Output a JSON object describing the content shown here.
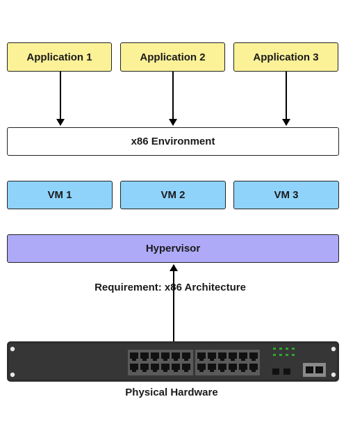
{
  "applications": [
    "Application 1",
    "Application 2",
    "Application 3"
  ],
  "environment": "x86 Environment",
  "vms": [
    "VM 1",
    "VM 2",
    "VM 3"
  ],
  "hypervisor": "Hypervisor",
  "requirement": "Requirement: x86 Architecture",
  "hardware": "Physical Hardware",
  "colors": {
    "application": "#fbf197",
    "vm": "#8fd3fb",
    "hypervisor": "#aeaaf8",
    "environment": "#ffffff",
    "switch_body": "#2d2d2d",
    "status_led": "#2ea82e"
  }
}
